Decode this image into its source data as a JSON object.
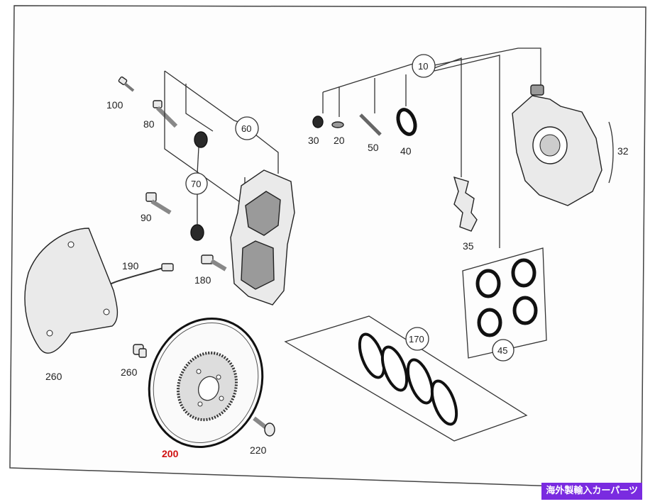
{
  "diagram": {
    "labels": {
      "l100": "100",
      "l80": "80",
      "l60": "60",
      "l70": "70",
      "l90": "90",
      "l10": "10",
      "l30": "30",
      "l20": "20",
      "l50": "50",
      "l40": "40",
      "l32": "32",
      "l35": "35",
      "l190": "190",
      "l180": "180",
      "l45": "45",
      "l170": "170",
      "l260a": "260",
      "l260b": "260",
      "l200": "200",
      "l220": "220"
    }
  },
  "watermark": {
    "text": "海外製輸入カーパーツ",
    "color": "#7a2be0"
  }
}
